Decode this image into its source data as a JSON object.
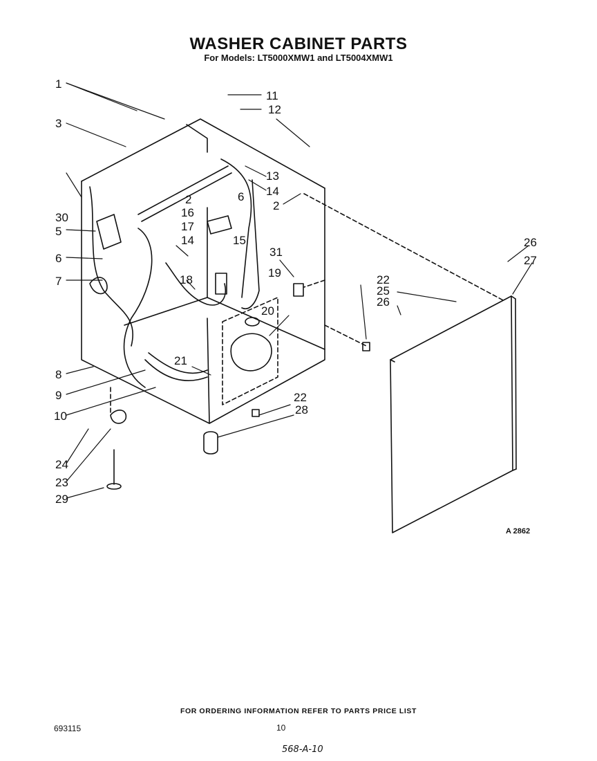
{
  "header": {
    "title": "WASHER CABINET PARTS",
    "subtitle": "For Models: LT5000XMW1 and LT5004XMW1"
  },
  "diagram": {
    "code": "A 2862",
    "callouts": [
      "1",
      "2",
      "2",
      "3",
      "5",
      "6",
      "6",
      "7",
      "8",
      "9",
      "10",
      "11",
      "12",
      "13",
      "14",
      "14",
      "15",
      "16",
      "17",
      "18",
      "19",
      "20",
      "21",
      "22",
      "22",
      "23",
      "24",
      "25",
      "26",
      "26",
      "27",
      "28",
      "29",
      "30",
      "31"
    ]
  },
  "footer": {
    "notice": "FOR ORDERING INFORMATION REFER TO PARTS PRICE LIST",
    "part_number": "693115",
    "page": "10",
    "handwritten": "568-A-10"
  }
}
